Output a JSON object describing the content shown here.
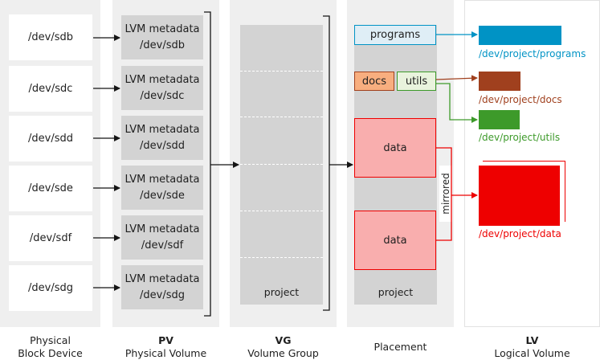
{
  "physical_devices": [
    "/dev/sdb",
    "/dev/sdc",
    "/dev/sdd",
    "/dev/sde",
    "/dev/sdf",
    "/dev/sdg"
  ],
  "physical_volumes": [
    {
      "title": "LVM metadata",
      "device": "/dev/sdb"
    },
    {
      "title": "LVM metadata",
      "device": "/dev/sdc"
    },
    {
      "title": "LVM metadata",
      "device": "/dev/sdd"
    },
    {
      "title": "LVM metadata",
      "device": "/dev/sde"
    },
    {
      "title": "LVM metadata",
      "device": "/dev/sdf"
    },
    {
      "title": "LVM metadata",
      "device": "/dev/sdg"
    }
  ],
  "volume_group": {
    "name": "project"
  },
  "placement": {
    "name": "project",
    "programs": "programs",
    "docs": "docs",
    "utils": "utils",
    "data_1": "data",
    "data_2": "data",
    "mirrored": "mirrored"
  },
  "logical_volumes": {
    "programs": "/dev/project/programs",
    "docs": "/dev/project/docs",
    "utils": "/dev/project/utils",
    "data": "/dev/project/data"
  },
  "column_titles": {
    "physical": {
      "line1": "Physical",
      "line2": "Block Device"
    },
    "pv": {
      "line1": "PV",
      "line2": "Physical Volume"
    },
    "vg": {
      "line1": "VG",
      "line2": "Volume Group"
    },
    "placement": {
      "line1": "Placement"
    },
    "lv": {
      "line1": "LV",
      "line2": "Logical Volume"
    }
  },
  "colors": {
    "programs": "#0093c5",
    "docs": "#a0401e",
    "utils": "#3d9a2a",
    "data": "#ee0000",
    "column_bg": "#efefef",
    "block_gray": "#d3d3d3"
  }
}
